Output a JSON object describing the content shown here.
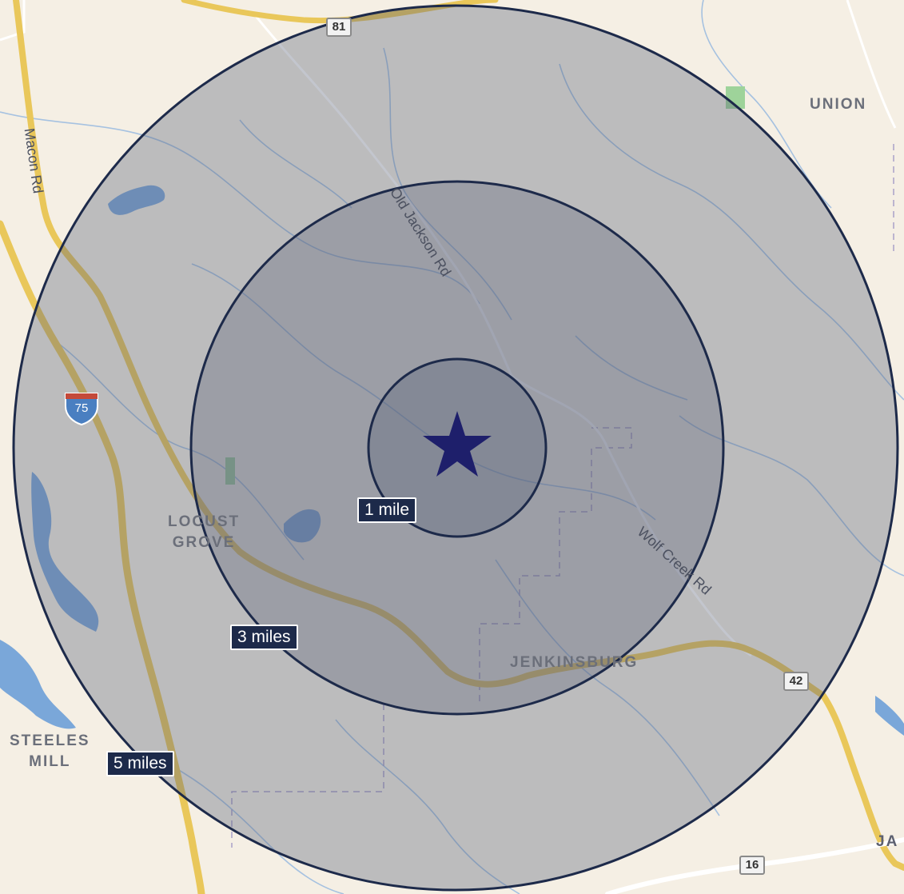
{
  "map": {
    "places": {
      "union": "UNION",
      "locust_grove": "LOCUST\nGROVE",
      "jenkinsburg": "JENKINSBURG",
      "steeles_mill": "STEELES\nMILL",
      "edge_town": "JA"
    },
    "roads": {
      "macon_rd": "Macon Rd",
      "old_jackson_rd": "Old Jackson Rd",
      "wolf_creek_rd": "Wolf Creek Rd"
    },
    "shields": {
      "route_81": "81",
      "route_42": "42",
      "route_16": "16",
      "interstate_75": "75"
    },
    "radius_labels": {
      "one_mile": "1 mile",
      "three_miles": "3 miles",
      "five_miles": "5 miles"
    },
    "colors": {
      "land": "#f5efe4",
      "water": "#7aa7d9",
      "highway": "#e9c75a",
      "ring_stroke": "#1d2a4a",
      "ring_fill": "#5a6178",
      "center_star": "#1e1f6b"
    },
    "center_marker_icon": "star-icon"
  }
}
